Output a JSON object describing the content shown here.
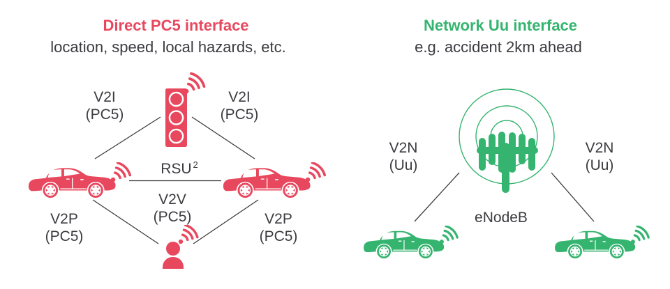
{
  "colors": {
    "red": "#e8485e",
    "green": "#35b46f",
    "text": "#3b3b40",
    "line": "#3b3b3b",
    "background": "#ffffff"
  },
  "left_panel": {
    "title": "Direct PC5 interface",
    "subtitle": "location, speed, local hazards, etc.",
    "labels": {
      "v2i_left": {
        "name": "V2I",
        "iface": "(PC5)"
      },
      "v2i_right": {
        "name": "V2I",
        "iface": "(PC5)"
      },
      "rsu": {
        "text": "RSU",
        "sup": "2"
      },
      "v2v": {
        "name": "V2V",
        "iface": "(PC5)"
      },
      "v2p_left": {
        "name": "V2P",
        "iface": "(PC5)"
      },
      "v2p_right": {
        "name": "V2P",
        "iface": "(PC5)"
      }
    },
    "icons": {
      "traffic_light": "traffic-light-icon",
      "traffic_light_signal": "wifi-signal-icon",
      "car_left": "car-icon",
      "car_right": "car-icon",
      "pedestrian": "person-icon"
    }
  },
  "right_panel": {
    "title": "Network Uu interface",
    "subtitle": "e.g. accident 2km ahead",
    "labels": {
      "v2n_left": {
        "name": "V2N",
        "iface": "(Uu)"
      },
      "v2n_right": {
        "name": "V2N",
        "iface": "(Uu)"
      },
      "enodeb": "eNodeB"
    },
    "icons": {
      "tower": "cell-tower-icon",
      "coverage_rings": "signal-rings-icon",
      "car_left": "car-icon",
      "car_right": "car-icon"
    }
  }
}
